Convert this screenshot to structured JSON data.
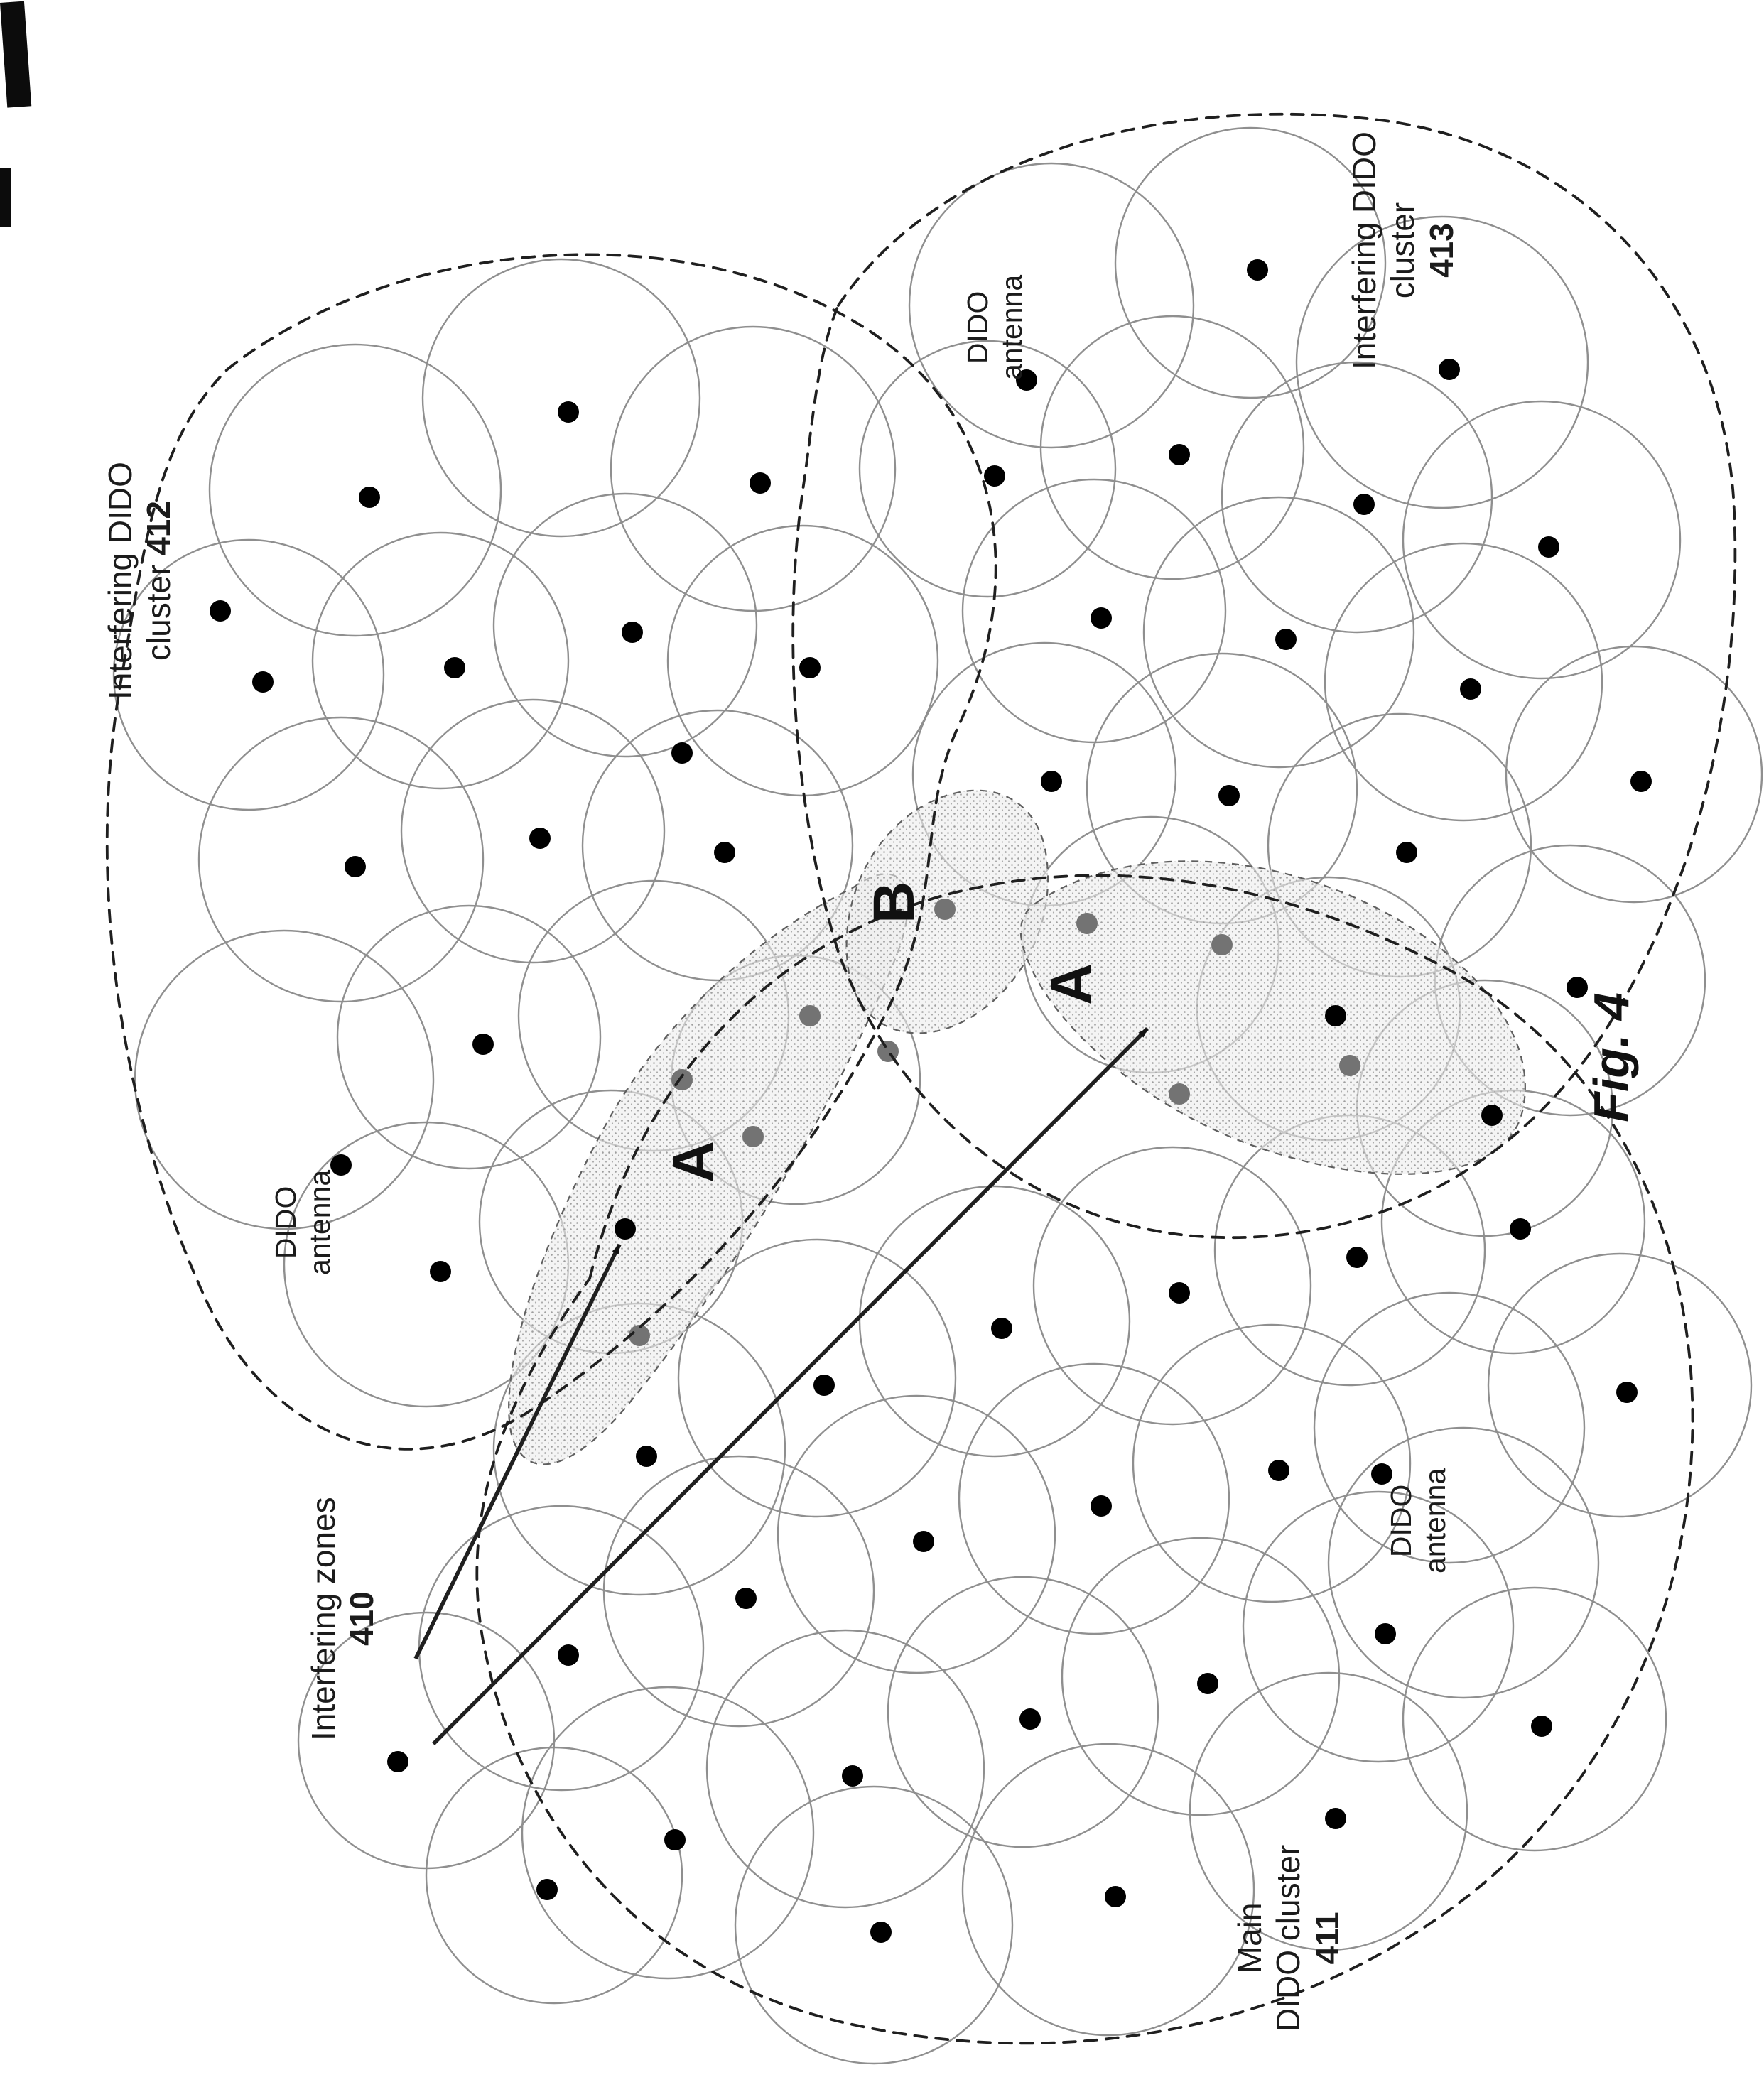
{
  "figure": {
    "caption": "Fig. 4"
  },
  "clusters": {
    "c412": {
      "name": "Interfering DIDO",
      "name2": "cluster",
      "ref": "412"
    },
    "c413": {
      "name": "Interfering DIDO",
      "name2": "cluster",
      "ref": "413"
    },
    "c411": {
      "name": "Main",
      "name2": "DIDO cluster",
      "ref": "411"
    }
  },
  "zones": {
    "label_line": "Interfering zones",
    "ref": "410",
    "zone_a": "A",
    "zone_b": "B"
  },
  "antenna_label": {
    "line1": "DIDO",
    "line2": "antenna"
  },
  "colors": {
    "background": "#ffffff",
    "coverage_stroke": "#8f8f8f",
    "antenna_dot": "#000000",
    "zone_dot": "#737373",
    "boundary": "#1f1f1f",
    "zone_fill": "#ededed",
    "zone_speckle": "#9e9e9e"
  }
}
